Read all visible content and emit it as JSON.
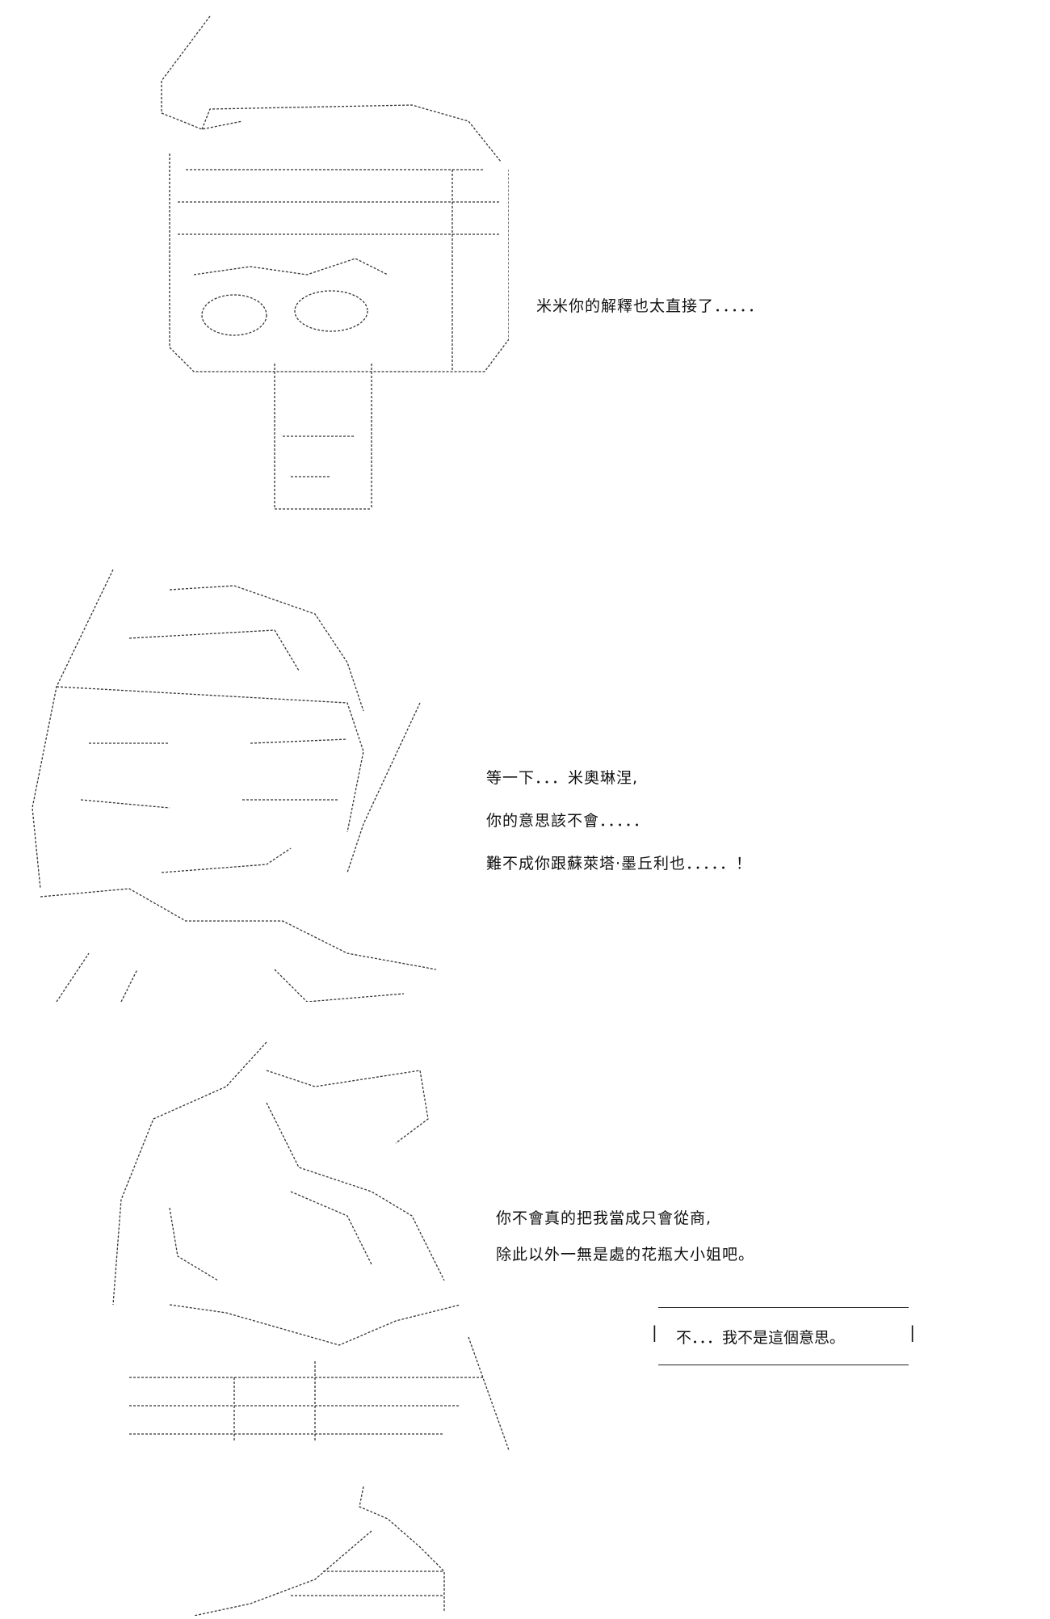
{
  "panels": [
    {
      "lines": [
        "米米你的解釋也太直接了．．．．．"
      ]
    },
    {
      "lines": [
        "等一下．．．米奧琳涅,",
        "你的意思該不會．．．．．",
        "難不成你跟蘇萊塔·墨丘利也．．．．．！"
      ]
    },
    {
      "lines": [
        "你不會真的把我當成只會從商,",
        "除此以外一無是處的花瓶大小姐吧。"
      ],
      "bubble": {
        "text": "不．．．我不是這個意思。"
      }
    }
  ]
}
